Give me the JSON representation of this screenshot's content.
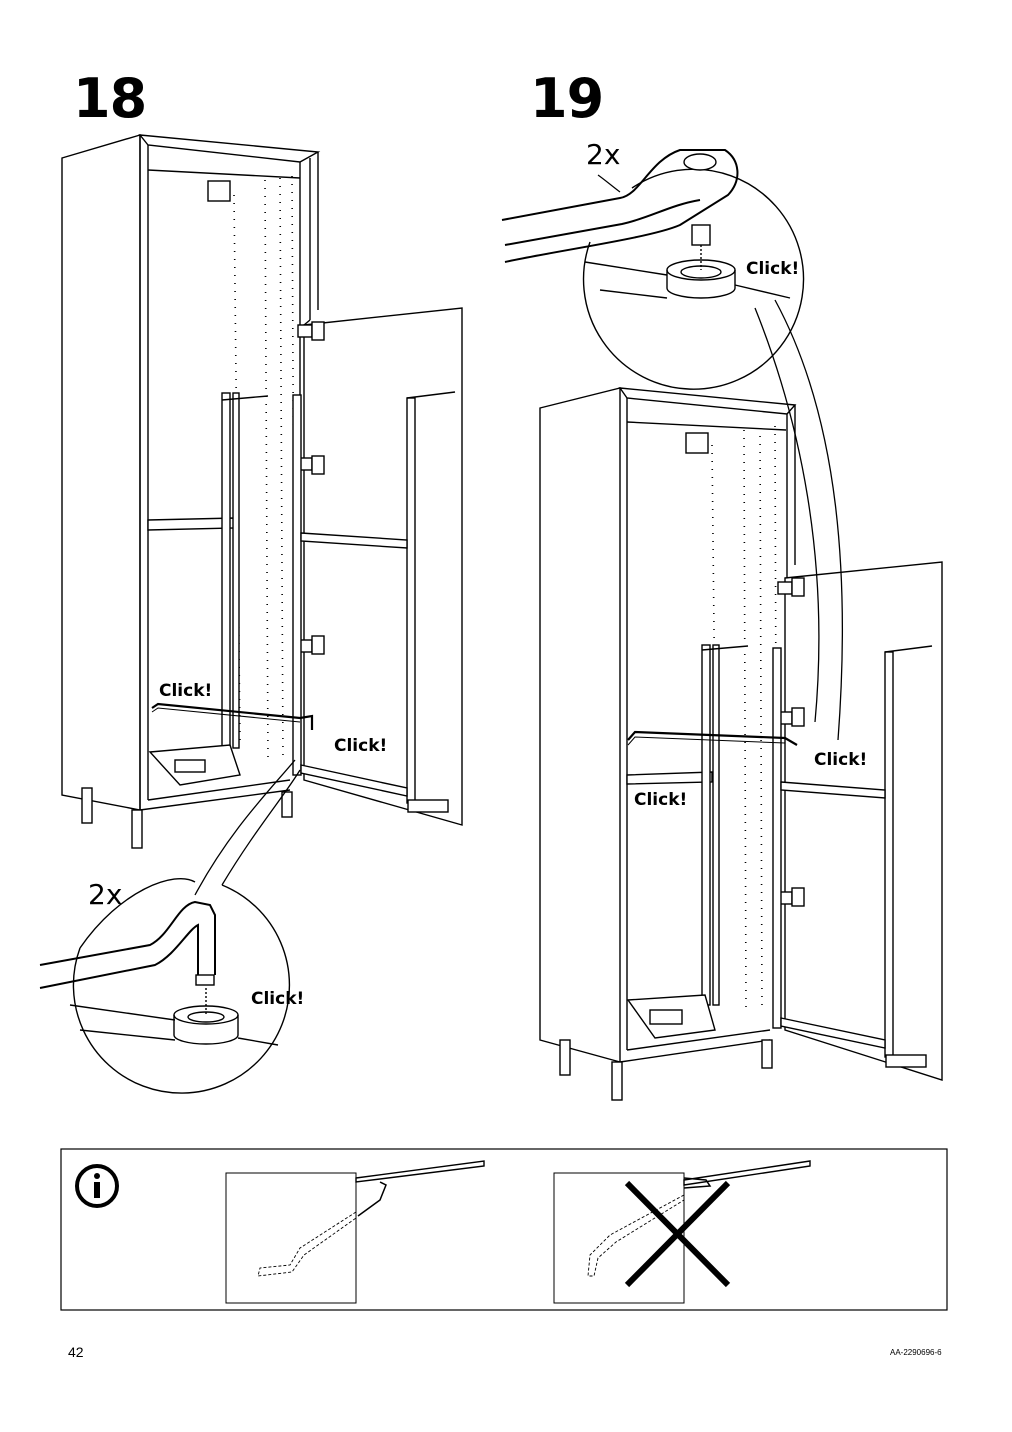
{
  "steps": [
    {
      "number": "18",
      "click_labels": [
        "Click!",
        "Click!",
        "Click!"
      ],
      "quantity": "2x"
    },
    {
      "number": "19",
      "click_labels": [
        "Click!",
        "Click!",
        "Click!"
      ],
      "quantity": "2x"
    }
  ],
  "info_box": {
    "icon": "info-icon",
    "correct_icon": "line-hook-correct",
    "wrong_icon": "x-mark-icon"
  },
  "footer": {
    "page_number": "42",
    "doc_code": "AA-2290696-6"
  }
}
